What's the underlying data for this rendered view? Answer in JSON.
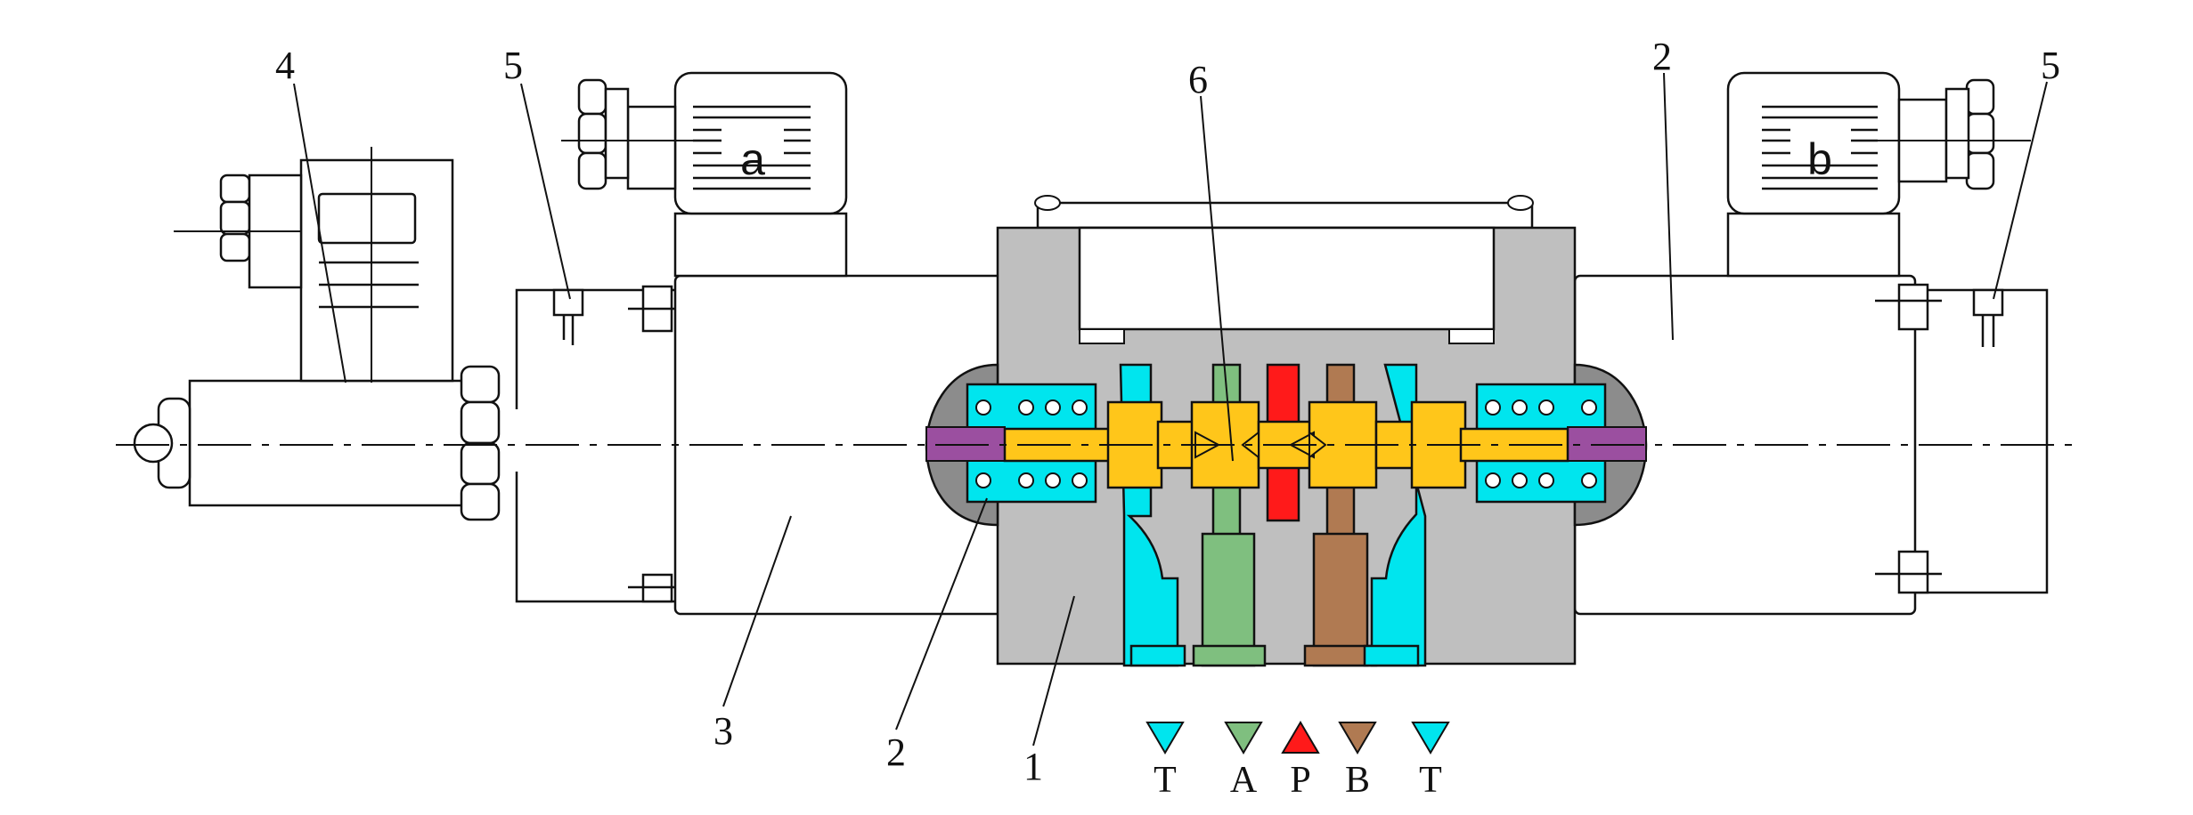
{
  "callouts": [
    "4",
    "5",
    "6",
    "2",
    "5",
    "2",
    "3",
    "1"
  ],
  "coils": {
    "left": "a",
    "right": "b"
  },
  "ports": [
    {
      "label": "T",
      "color": "#00E5EE",
      "dir": "down"
    },
    {
      "label": "A",
      "color": "#7FBF7F",
      "dir": "down"
    },
    {
      "label": "P",
      "color": "#FF1A1A",
      "dir": "up"
    },
    {
      "label": "B",
      "color": "#B07A52",
      "dir": "down"
    },
    {
      "label": "T",
      "color": "#00E5EE",
      "dir": "down"
    }
  ],
  "colors": {
    "body": "#BFBFBF",
    "end_cap": "#8C8C8C",
    "spool": "#FFC61A",
    "tank": "#00E5EE",
    "port_a": "#7FBF7F",
    "port_b": "#B07A52",
    "pressure": "#FF1A1A",
    "push_pin": "#9B4FA0",
    "outline": "#111111"
  }
}
